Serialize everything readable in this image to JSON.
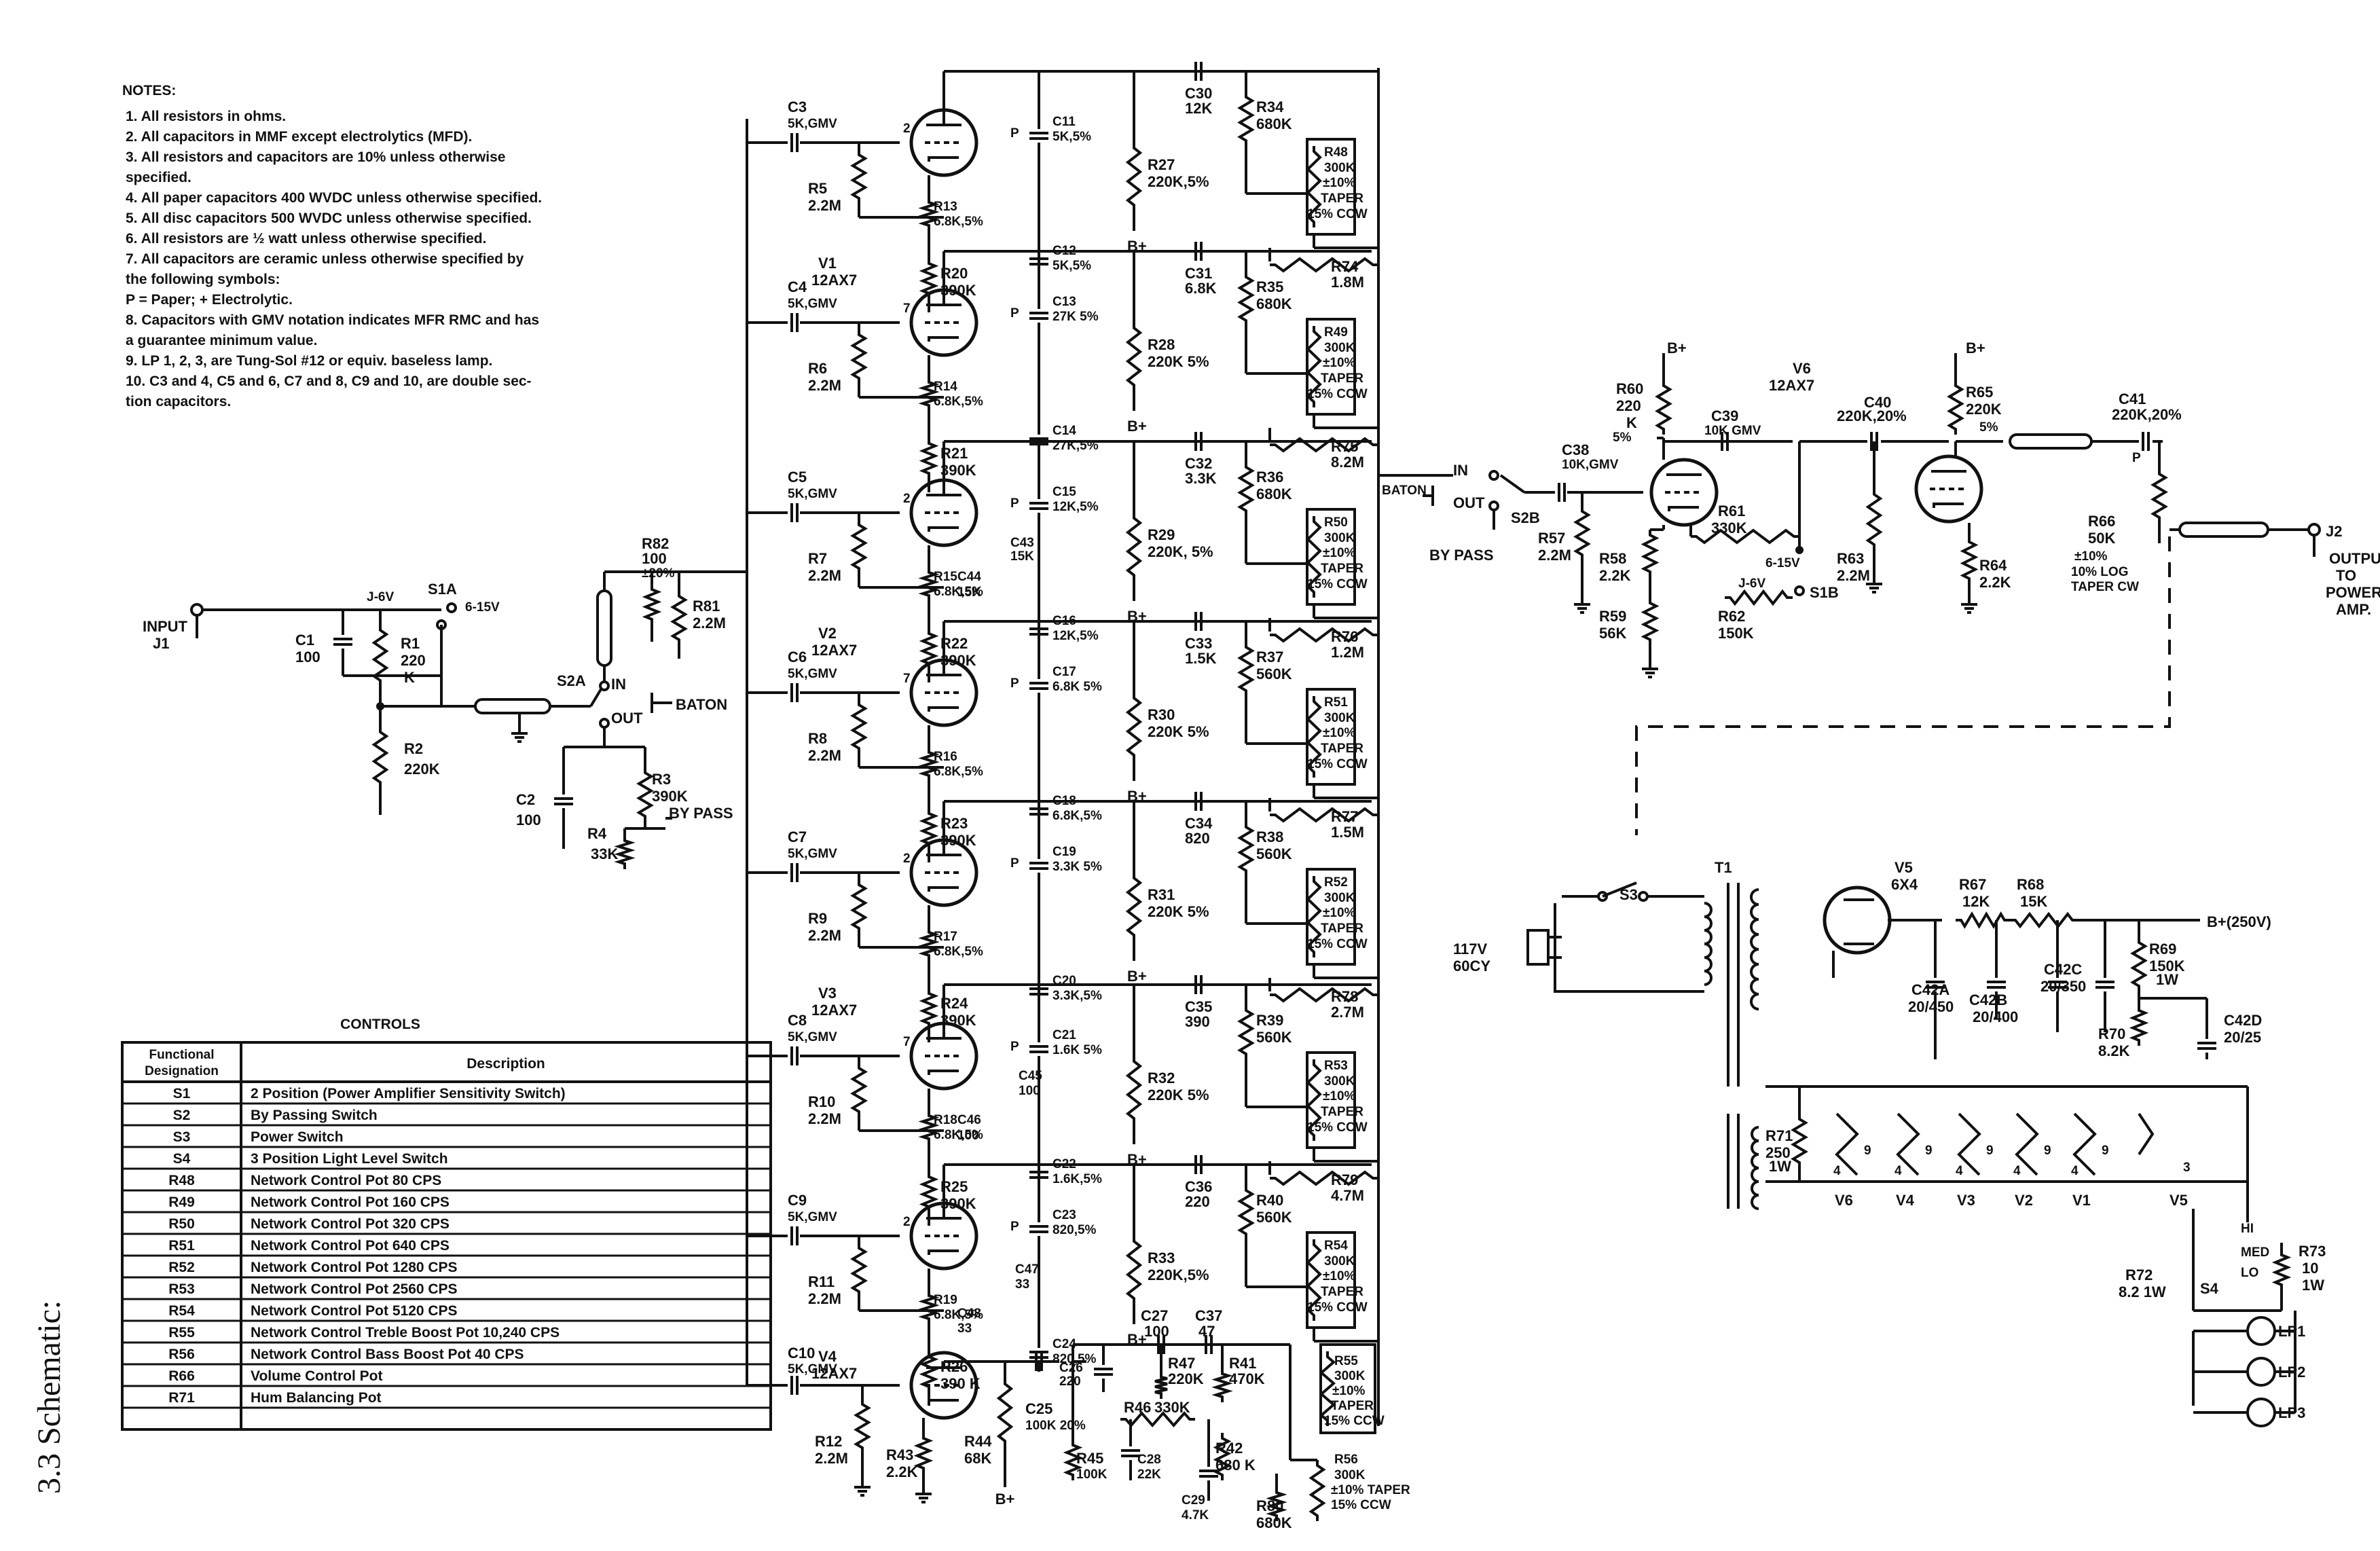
{
  "page_title": "3.3   Schematic:",
  "notes": {
    "heading": "NOTES:",
    "lines": [
      "1.  All resistors in ohms.",
      "2.  All capacitors in MMF except electrolytics (MFD).",
      "3.  All resistors and capacitors are 10% unless otherwise",
      "     specified.",
      "4.  All paper capacitors 400 WVDC unless otherwise specified.",
      "5.  All disc capacitors 500 WVDC unless otherwise specified.",
      "6.  All resistors are ½ watt unless otherwise specified.",
      "7.  All capacitors are ceramic unless otherwise specified by",
      "     the following symbols:",
      "     P = Paper; + Electrolytic.",
      "8.  Capacitors with GMV notation indicates MFR RMC and has",
      "     a guarantee minimum value.",
      "9.  LP 1, 2, 3, are Tung-Sol #12 or equiv. baseless lamp.",
      "10. C3 and 4, C5 and 6, C7 and 8, C9 and 10, are double sec-",
      "     tion capacitors."
    ]
  },
  "controls": {
    "title": "CONTROLS",
    "col1": "Functional Designation",
    "col2": "Description",
    "rows": [
      [
        "S1",
        "2 Position (Power Amplifier Sensitivity Switch)"
      ],
      [
        "S2",
        "By Passing Switch"
      ],
      [
        "S3",
        "Power Switch"
      ],
      [
        "S4",
        "3 Position Light Level Switch"
      ],
      [
        "R48",
        "Network Control Pot 80 CPS"
      ],
      [
        "R49",
        "Network Control Pot 160 CPS"
      ],
      [
        "R50",
        "Network Control Pot 320 CPS"
      ],
      [
        "R51",
        "Network Control Pot 640 CPS"
      ],
      [
        "R52",
        "Network Control Pot 1280 CPS"
      ],
      [
        "R53",
        "Network Control Pot 2560 CPS"
      ],
      [
        "R54",
        "Network Control Pot 5120 CPS"
      ],
      [
        "R55",
        "Network Control Treble Boost Pot 10,240 CPS"
      ],
      [
        "R56",
        "Network Control Bass Boost Pot 40 CPS"
      ],
      [
        "R66",
        "Volume Control Pot"
      ],
      [
        "R71",
        "Hum Balancing Pot"
      ],
      [
        "",
        ""
      ]
    ]
  },
  "input_section": {
    "input_label": "INPUT",
    "jack": "J1",
    "c1": "C1",
    "c1_val": "100",
    "r1": "R1",
    "r1_val": "220",
    "r1_unit": "K",
    "r2": "R2",
    "r2_val": "220K",
    "s1a": "S1A",
    "s1a_pos1": "J-6V",
    "s1a_pos2": "6-15V",
    "s2a": "S2A",
    "in": "IN",
    "out": "OUT",
    "baton": "BATON",
    "c2": "C2",
    "c2_val": "100",
    "r3": "R3",
    "r3_val": "390K",
    "r4": "R4",
    "r4_val": "33K",
    "bypass": "BY PASS",
    "r82": "R82",
    "r82_val": "100",
    "r82_tol": "±20%",
    "r81": "R81",
    "r81_val": "2.2M"
  },
  "stages": [
    {
      "cap": "C3",
      "cap_val": "5K,GMV",
      "grid_r": "R5",
      "grid_val": "2.2M",
      "cath_r": "R13",
      "cath_val": "6.8K,5%",
      "plate_r": "R20",
      "plate_val": "390K",
      "tube": "V1",
      "tube_type": "12AX7",
      "c_a": "C11",
      "c_a_val": "5K,5%",
      "c_b": "C12",
      "c_b_val": "5K,5%",
      "rp": "R27",
      "rp_val": "220K,5%",
      "cc": "C30",
      "cc_val": "12K",
      "rn": "R34",
      "rn_val": "680K",
      "pot": "R48",
      "pot_val": "300K",
      "pot_tol": "±10%",
      "pot_taper": "TAPER",
      "pot_ccw": "15% CCW",
      "rb": "R74",
      "rb_val": "1.8M"
    },
    {
      "cap": "C4",
      "cap_val": "5K,GMV",
      "grid_r": "R6",
      "grid_val": "2.2M",
      "cath_r": "R14",
      "cath_val": "6.8K,5%",
      "plate_r": "R21",
      "plate_val": "390K",
      "tube": "",
      "tube_type": "",
      "c_a": "C13",
      "c_a_val": "27K 5%",
      "c_b": "C14",
      "c_b_val": "27K,5%",
      "rp": "R28",
      "rp_val": "220K 5%",
      "cc": "C31",
      "cc_val": "6.8K",
      "rn": "R35",
      "rn_val": "680K",
      "pot": "R49",
      "pot_val": "300K",
      "pot_tol": "±10%",
      "pot_taper": "TAPER",
      "pot_ccw": "15% CCW",
      "rb": "R75",
      "rb_val": "8.2M"
    },
    {
      "cap": "C5",
      "cap_val": "5K,GMV",
      "grid_r": "R7",
      "grid_val": "2.2M",
      "cath_r": "R15",
      "cath_val": "6.8K,5%",
      "plate_r": "R22",
      "plate_val": "390K",
      "tube": "V2",
      "tube_type": "12AX7",
      "c_a": "C15",
      "c_a_val": "12K,5%",
      "c_b": "C16",
      "c_b_val": "12K,5%",
      "rp": "R29",
      "rp_val": "220K, 5%",
      "cc": "C32",
      "cc_val": "3.3K",
      "rn": "R36",
      "rn_val": "680K",
      "pot": "R50",
      "pot_val": "300K",
      "pot_tol": "±10%",
      "pot_taper": "TAPER",
      "pot_ccw": "15% CCW",
      "rb": "R76",
      "rb_val": "1.2M"
    },
    {
      "cap": "C6",
      "cap_val": "5K,GMV",
      "grid_r": "R8",
      "grid_val": "2.2M",
      "cath_r": "R16",
      "cath_val": "6.8K,5%",
      "plate_r": "R23",
      "plate_val": "390K",
      "tube": "",
      "tube_type": "",
      "c_a": "C17",
      "c_a_val": "6.8K 5%",
      "c_b": "C18",
      "c_b_val": "6.8K,5%",
      "rp": "R30",
      "rp_val": "220K 5%",
      "cc": "C33",
      "cc_val": "1.5K",
      "rn": "R37",
      "rn_val": "560K",
      "pot": "R51",
      "pot_val": "300K",
      "pot_tol": "±10%",
      "pot_taper": "TAPER",
      "pot_ccw": "15% CCW",
      "rb": "R77",
      "rb_val": "1.5M"
    },
    {
      "cap": "C7",
      "cap_val": "5K,GMV",
      "grid_r": "R9",
      "grid_val": "2.2M",
      "cath_r": "R17",
      "cath_val": "6.8K,5%",
      "plate_r": "R24",
      "plate_val": "390K",
      "tube": "V3",
      "tube_type": "12AX7",
      "c_a": "C19",
      "c_a_val": "3.3K 5%",
      "c_b": "C20",
      "c_b_val": "3.3K,5%",
      "rp": "R31",
      "rp_val": "220K 5%",
      "cc": "C34",
      "cc_val": "820",
      "rn": "R38",
      "rn_val": "560K",
      "pot": "R52",
      "pot_val": "300K",
      "pot_tol": "±10%",
      "pot_taper": "TAPER",
      "pot_ccw": "15% CCW",
      "rb": "R78",
      "rb_val": "2.7M"
    },
    {
      "cap": "C8",
      "cap_val": "5K,GMV",
      "grid_r": "R10",
      "grid_val": "2.2M",
      "cath_r": "R18",
      "cath_val": "6.8K,5%",
      "plate_r": "R25",
      "plate_val": "390K",
      "tube": "",
      "tube_type": "",
      "c_a": "C21",
      "c_a_val": "1.6K 5%",
      "c_b": "C22",
      "c_b_val": "1.6K,5%",
      "rp": "R32",
      "rp_val": "220K 5%",
      "cc": "C35",
      "cc_val": "390",
      "rn": "R39",
      "rn_val": "560K",
      "pot": "R53",
      "pot_val": "300K",
      "pot_tol": "±10%",
      "pot_taper": "TAPER",
      "pot_ccw": "15% CCW",
      "rb": "R79",
      "rb_val": "4.7M"
    },
    {
      "cap": "C9",
      "cap_val": "5K,GMV",
      "grid_r": "R11",
      "grid_val": "2.2M",
      "cath_r": "R19",
      "cath_val": "6.8K,5%",
      "plate_r": "R26",
      "plate_val": "390 K",
      "tube": "V4",
      "tube_type": "12AX7",
      "c_a": "C23",
      "c_a_val": "820,5%",
      "c_b": "C24",
      "c_b_val": "820,5%",
      "rp": "R33",
      "rp_val": "220K,5%",
      "cc": "C36",
      "cc_val": "220",
      "rn": "R40",
      "rn_val": "560K",
      "pot": "R54",
      "pot_val": "300K",
      "pot_tol": "±10%",
      "pot_taper": "TAPER",
      "pot_ccw": "15% CCW",
      "rb": "",
      "rb_val": ""
    }
  ],
  "extra_caps": {
    "c43": "C43",
    "c43_val": "15K",
    "c44": "C44",
    "c44_val": "15K",
    "c45": "C45",
    "c45_val": "100",
    "c46": "C46",
    "c46_val": "100",
    "c47": "C47",
    "c47_val": "33",
    "c48": "C48",
    "c48_val": "33"
  },
  "last_stage": {
    "cap": "C10",
    "cap_val": "5K,GMV",
    "r12": "R12",
    "r12_val": "2.2M",
    "r43": "R43",
    "r43_val": "2.2K",
    "r44": "R44",
    "r44_val": "68K",
    "c25": "C25",
    "c25_val": "100K 20%",
    "r45": "R45",
    "r45_val": "100K",
    "r46": "R46",
    "r46_val": "330K",
    "c26": "C26",
    "c26_val": "220",
    "c27": "C27",
    "c27_val": "100",
    "r47": "R47",
    "r47_val": "220K",
    "c37": "C37",
    "c37_val": "47",
    "r41": "R41",
    "r41_val": "470K",
    "c28": "C28",
    "c28_val": "22K",
    "c29": "C29",
    "c29_val": "4.7K",
    "r42": "R42",
    "r42_val": "680 K",
    "r80": "R80",
    "r80_val": "680K",
    "r55": "R55",
    "r55_val": "300K",
    "r55_tol": "±10%",
    "r55_taper": "TAPER",
    "r55_ccw": "15% CCW",
    "r56": "R56",
    "r56_val": "300K",
    "r56_tol": "±10% TAPER",
    "r56_ccw": "15% CCW"
  },
  "output_section": {
    "baton": "BATON",
    "in": "IN",
    "out": "OUT",
    "s2b": "S2B",
    "bypass": "BY PASS",
    "c38": "C38",
    "c38_val": "10K,GMV",
    "r57": "R57",
    "r57_val": "2.2M",
    "r58": "R58",
    "r58_val": "2.2K",
    "r59": "R59",
    "r59_val": "56K",
    "r60": "R60",
    "r60_val": "220",
    "r60_unit": "K",
    "r60_tol": "5%",
    "c39": "C39",
    "c39_val": "10K GMV",
    "v6": "V6",
    "v6_type": "12AX7",
    "r61": "R61",
    "r61_val": "330K",
    "s1b": "S1B",
    "s1b_pos1": "6-15V",
    "s1b_pos2": "J-6V",
    "r62": "R62",
    "r62_val": "150K",
    "c40": "C40",
    "c40_val": "220K,20%",
    "r65": "R65",
    "r65_val": "220K",
    "r65_tol": "5%",
    "r63": "R63",
    "r63_val": "2.2M",
    "r64": "R64",
    "r64_val": "2.2K",
    "c41": "C41",
    "c41_val": "220K,20%",
    "r66": "R66",
    "r66_val": "50K",
    "r66_tol": "±10%",
    "r66_taper": "10% LOG",
    "r66_cw": "TAPER CW",
    "j2": "J2",
    "out_label": "OUTPUT",
    "out_label2": "TO",
    "out_label3": "POWER",
    "out_label4": "AMP.",
    "bplus": "B+",
    "p": "P"
  },
  "power_supply": {
    "t1": "T1",
    "s3": "S3",
    "mains": "117V",
    "mains2": "60CY",
    "v5": "V5",
    "v5_type": "6X4",
    "r67": "R67",
    "r67_val": "12K",
    "r68": "R68",
    "r68_val": "15K",
    "bplus_out": "B+(250V)",
    "c42a": "C42A",
    "c42a_val": "20/450",
    "c42b": "C42B",
    "c42b_val": "20/400",
    "c42c": "C42C",
    "c42c_val": "20/350",
    "r69": "R69",
    "r69_val": "150K",
    "r69_w": "1W",
    "r70": "R70",
    "r70_val": "8.2K",
    "c42d": "C42D",
    "c42d_val": "20/25",
    "r71": "R71",
    "r71_val": "250",
    "r71_w": "1W",
    "heaters": [
      "V6",
      "V4",
      "V3",
      "V2",
      "V1",
      "V5"
    ],
    "pin4": "4",
    "pin9": "9",
    "pin3": "3",
    "r72": "R72",
    "r72_val": "8.2 1W",
    "r73": "R73",
    "r73_val": "10",
    "r73_w": "1W",
    "s4": "S4",
    "hi": "HI",
    "med": "MED",
    "lo": "LO",
    "lamps": [
      "LP1",
      "LP2",
      "LP3"
    ]
  }
}
